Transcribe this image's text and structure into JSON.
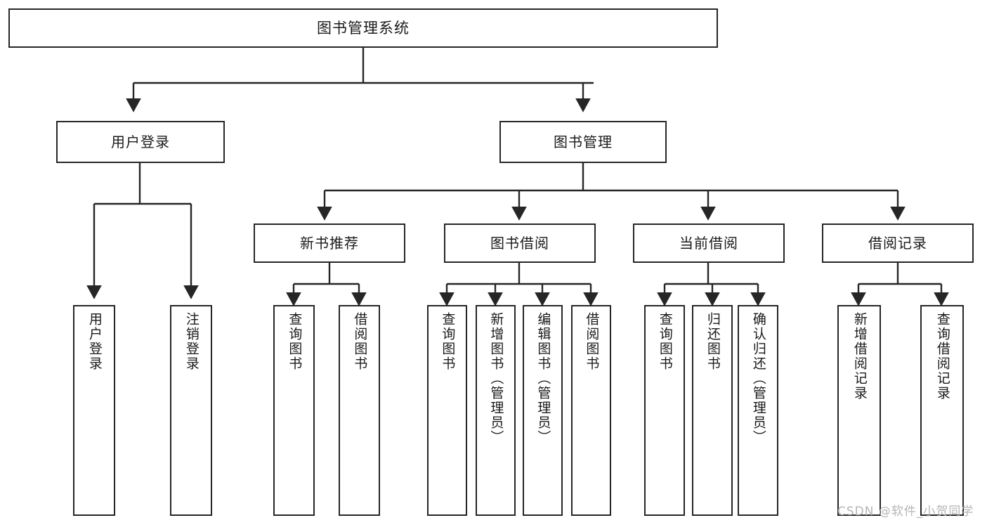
{
  "diagram": {
    "title": "图书管理系统",
    "watermark": "CSDN @软件_小贺同学",
    "root": {
      "label": "图书管理系统"
    },
    "level2": [
      {
        "label": "用户登录"
      },
      {
        "label": "图书管理"
      }
    ],
    "level3": [
      {
        "label": "新书推荐"
      },
      {
        "label": "图书借阅"
      },
      {
        "label": "当前借阅"
      },
      {
        "label": "借阅记录"
      }
    ],
    "leaves": {
      "user_login": [
        {
          "label": "用户登录"
        },
        {
          "label": "注销登录"
        }
      ],
      "new_book": [
        {
          "label": "查询图书"
        },
        {
          "label": "借阅图书"
        }
      ],
      "book_borrow": [
        {
          "label": "查询图书"
        },
        {
          "label": "新增图书（管理员）"
        },
        {
          "label": "编辑图书（管理员）"
        },
        {
          "label": "借阅图书"
        }
      ],
      "current_borrow": [
        {
          "label": "查询图书"
        },
        {
          "label": "归还图书"
        },
        {
          "label": "确认归还（管理员）"
        }
      ],
      "borrow_record": [
        {
          "label": "新增借阅记录"
        },
        {
          "label": "查询借阅记录"
        }
      ]
    },
    "colors": {
      "stroke": "#262626",
      "background": "#ffffff",
      "text": "#1a1a1a",
      "watermark": "#b5b5b5"
    }
  }
}
